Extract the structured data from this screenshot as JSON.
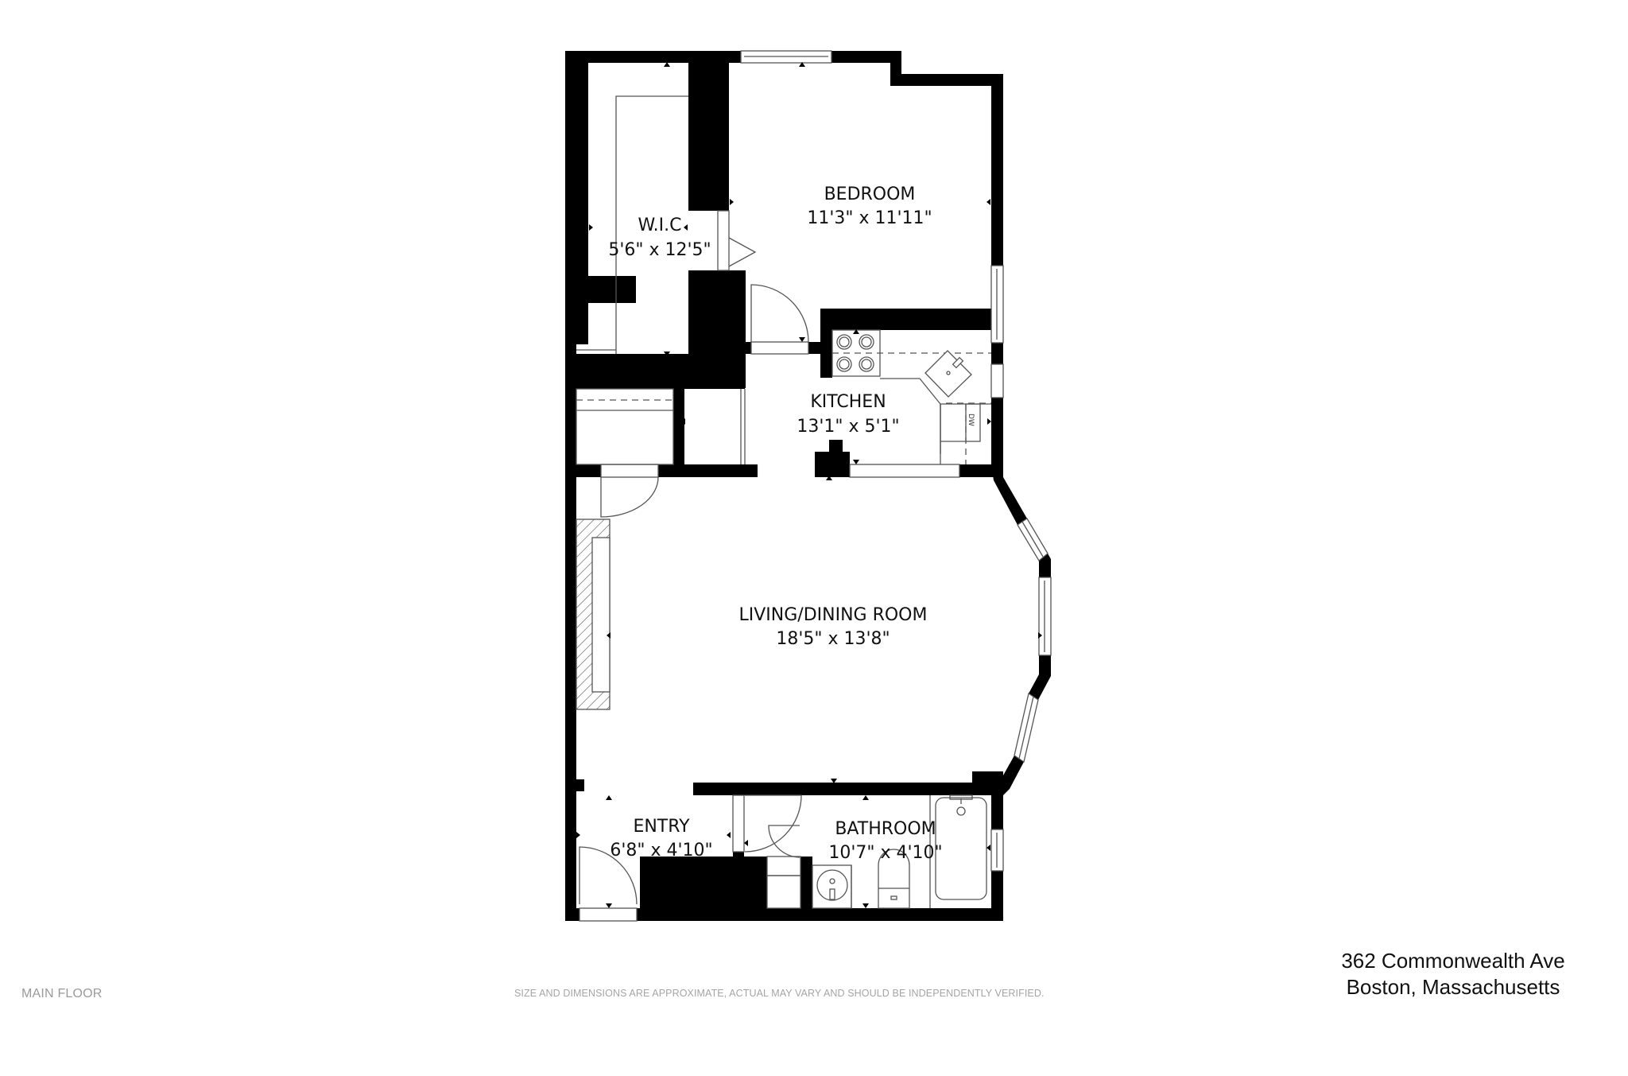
{
  "floor_label": "MAIN FLOOR",
  "disclaimer": "SIZE AND DIMENSIONS ARE APPROXIMATE, ACTUAL MAY VARY AND SHOULD BE INDEPENDENTLY VERIFIED.",
  "address": {
    "line1": "362 Commonwealth Ave",
    "line2": "Boston, Massachusetts"
  },
  "rooms": {
    "wic": {
      "name": "W.I.C",
      "dims": "5'6\" x 12'5\""
    },
    "bedroom": {
      "name": "BEDROOM",
      "dims": "11'3\" x 11'11\""
    },
    "kitchen": {
      "name": "KITCHEN",
      "dims": "13'1\" x 5'1\""
    },
    "living": {
      "name": "LIVING/DINING ROOM",
      "dims": "18'5\" x 13'8\""
    },
    "entry": {
      "name": "ENTRY",
      "dims": "6'8\" x 4'10\""
    },
    "bathroom": {
      "name": "BATHROOM",
      "dims": "10'7\" x 4'10\""
    }
  },
  "fixtures": {
    "dishwasher_label": "DW"
  },
  "colors": {
    "wall": "#000000",
    "background": "#ffffff",
    "fixture_line": "#555555",
    "footer_text": "#9a9a9a"
  }
}
